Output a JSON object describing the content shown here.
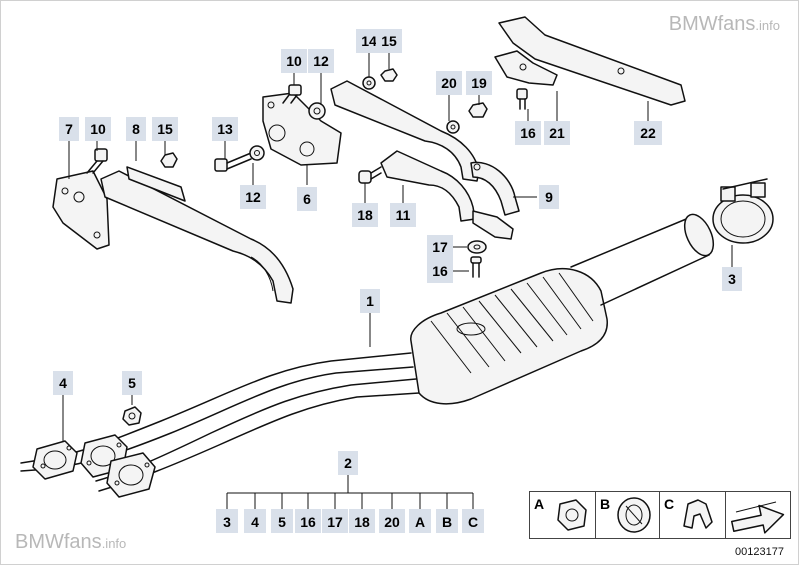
{
  "watermark_top": {
    "brand": "BMWfans",
    "tld": ".info"
  },
  "watermark_bottom": {
    "brand": "BMWfans",
    "tld": ".info"
  },
  "diagram_code": "00123177",
  "legend_letters": [
    "A",
    "B",
    "C"
  ],
  "callouts": [
    {
      "id": "c1",
      "text": "1"
    },
    {
      "id": "c2",
      "text": "2"
    },
    {
      "id": "c3",
      "text": "3"
    },
    {
      "id": "c4",
      "text": "4"
    },
    {
      "id": "c5",
      "text": "5"
    },
    {
      "id": "c6",
      "text": "6"
    },
    {
      "id": "c7",
      "text": "7"
    },
    {
      "id": "c8",
      "text": "8"
    },
    {
      "id": "c9",
      "text": "9"
    },
    {
      "id": "c10a",
      "text": "10"
    },
    {
      "id": "c10b",
      "text": "10"
    },
    {
      "id": "c11",
      "text": "11"
    },
    {
      "id": "c12a",
      "text": "12"
    },
    {
      "id": "c12b",
      "text": "12"
    },
    {
      "id": "c13",
      "text": "13"
    },
    {
      "id": "c14",
      "text": "14"
    },
    {
      "id": "c15a",
      "text": "15"
    },
    {
      "id": "c15b",
      "text": "15"
    },
    {
      "id": "c16a",
      "text": "16"
    },
    {
      "id": "c16b",
      "text": "16"
    },
    {
      "id": "c17",
      "text": "17"
    },
    {
      "id": "c18",
      "text": "18"
    },
    {
      "id": "c19",
      "text": "19"
    },
    {
      "id": "c20",
      "text": "20"
    },
    {
      "id": "c21",
      "text": "21"
    },
    {
      "id": "c22",
      "text": "22"
    }
  ],
  "kit_items": [
    "3",
    "4",
    "5",
    "16",
    "17",
    "18",
    "20",
    "A",
    "B",
    "C"
  ]
}
